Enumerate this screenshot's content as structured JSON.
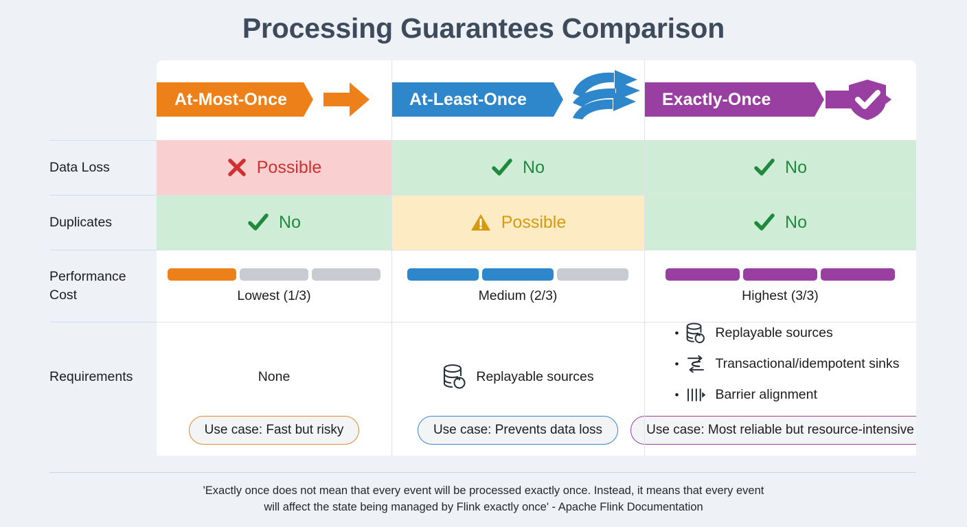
{
  "title": "Processing Guarantees Comparison",
  "columns": [
    {
      "key": "at_most_once",
      "label": "At-Most-Once",
      "color": "#ee8019",
      "icon": "single-arrow-icon"
    },
    {
      "key": "at_least_once",
      "label": "At-Least-Once",
      "color": "#2e87ca",
      "icon": "triple-curved-arrows-icon"
    },
    {
      "key": "exactly_once",
      "label": "Exactly-Once",
      "color": "#9a3fa2",
      "icon": "shield-check-arrow-icon"
    }
  ],
  "rows": [
    {
      "label": "Data Loss",
      "cells": [
        {
          "text": "Possible",
          "icon": "cross-icon",
          "icon_color": "#cf3030",
          "bg": "#f9cfcf",
          "fg": "#cf3030"
        },
        {
          "text": "No",
          "icon": "check-icon",
          "icon_color": "#1f8a3e",
          "bg": "#cfecd7",
          "fg": "#1f8a3e"
        },
        {
          "text": "No",
          "icon": "check-icon",
          "icon_color": "#1f8a3e",
          "bg": "#cfecd7",
          "fg": "#1f8a3e"
        }
      ]
    },
    {
      "label": "Duplicates",
      "cells": [
        {
          "text": "No",
          "icon": "check-icon",
          "icon_color": "#1f8a3e",
          "bg": "#cfecd7",
          "fg": "#1f8a3e"
        },
        {
          "text": "Possible",
          "icon": "warning-icon",
          "icon_color": "#d69a10",
          "bg": "#fdebc4",
          "fg": "#d69a10"
        },
        {
          "text": "No",
          "icon": "check-icon",
          "icon_color": "#1f8a3e",
          "bg": "#cfecd7",
          "fg": "#1f8a3e"
        }
      ]
    },
    {
      "label": "Performance Cost",
      "cells": [
        {
          "text": "Lowest (1/3)",
          "filled": 1,
          "total": 3,
          "color": "#ee8019"
        },
        {
          "text": "Medium (2/3)",
          "filled": 2,
          "total": 3,
          "color": "#2e87ca"
        },
        {
          "text": "Highest (3/3)",
          "filled": 3,
          "total": 3,
          "color": "#9a3fa2"
        }
      ]
    },
    {
      "label": "Requirements",
      "cells": [
        {
          "items": [
            {
              "text": "None",
              "icon": null,
              "bullet": false
            }
          ]
        },
        {
          "items": [
            {
              "text": "Replayable sources",
              "icon": "database-replay-icon",
              "bullet": false
            }
          ]
        },
        {
          "items": [
            {
              "text": "Replayable sources",
              "icon": "database-replay-icon",
              "bullet": true
            },
            {
              "text": "Transactional/idempotent sinks",
              "icon": "exchange-arrows-icon",
              "bullet": true
            },
            {
              "text": "Barrier alignment",
              "icon": "barrier-bars-icon",
              "bullet": true
            }
          ]
        }
      ]
    }
  ],
  "use_cases": [
    {
      "text": "Use case: Fast but risky",
      "border": "#e08a33"
    },
    {
      "text": "Use case: Prevents data loss",
      "border": "#3a86c8"
    },
    {
      "text": "Use case: Most reliable but resource-intensive",
      "border": "#9a3fa2"
    }
  ],
  "footer": {
    "line1": "'Exactly once does not mean that every event will be processed exactly once. Instead, it means that every event",
    "line2": "will affect the state being managed by Flink exactly once' - Apache Flink Documentation"
  }
}
